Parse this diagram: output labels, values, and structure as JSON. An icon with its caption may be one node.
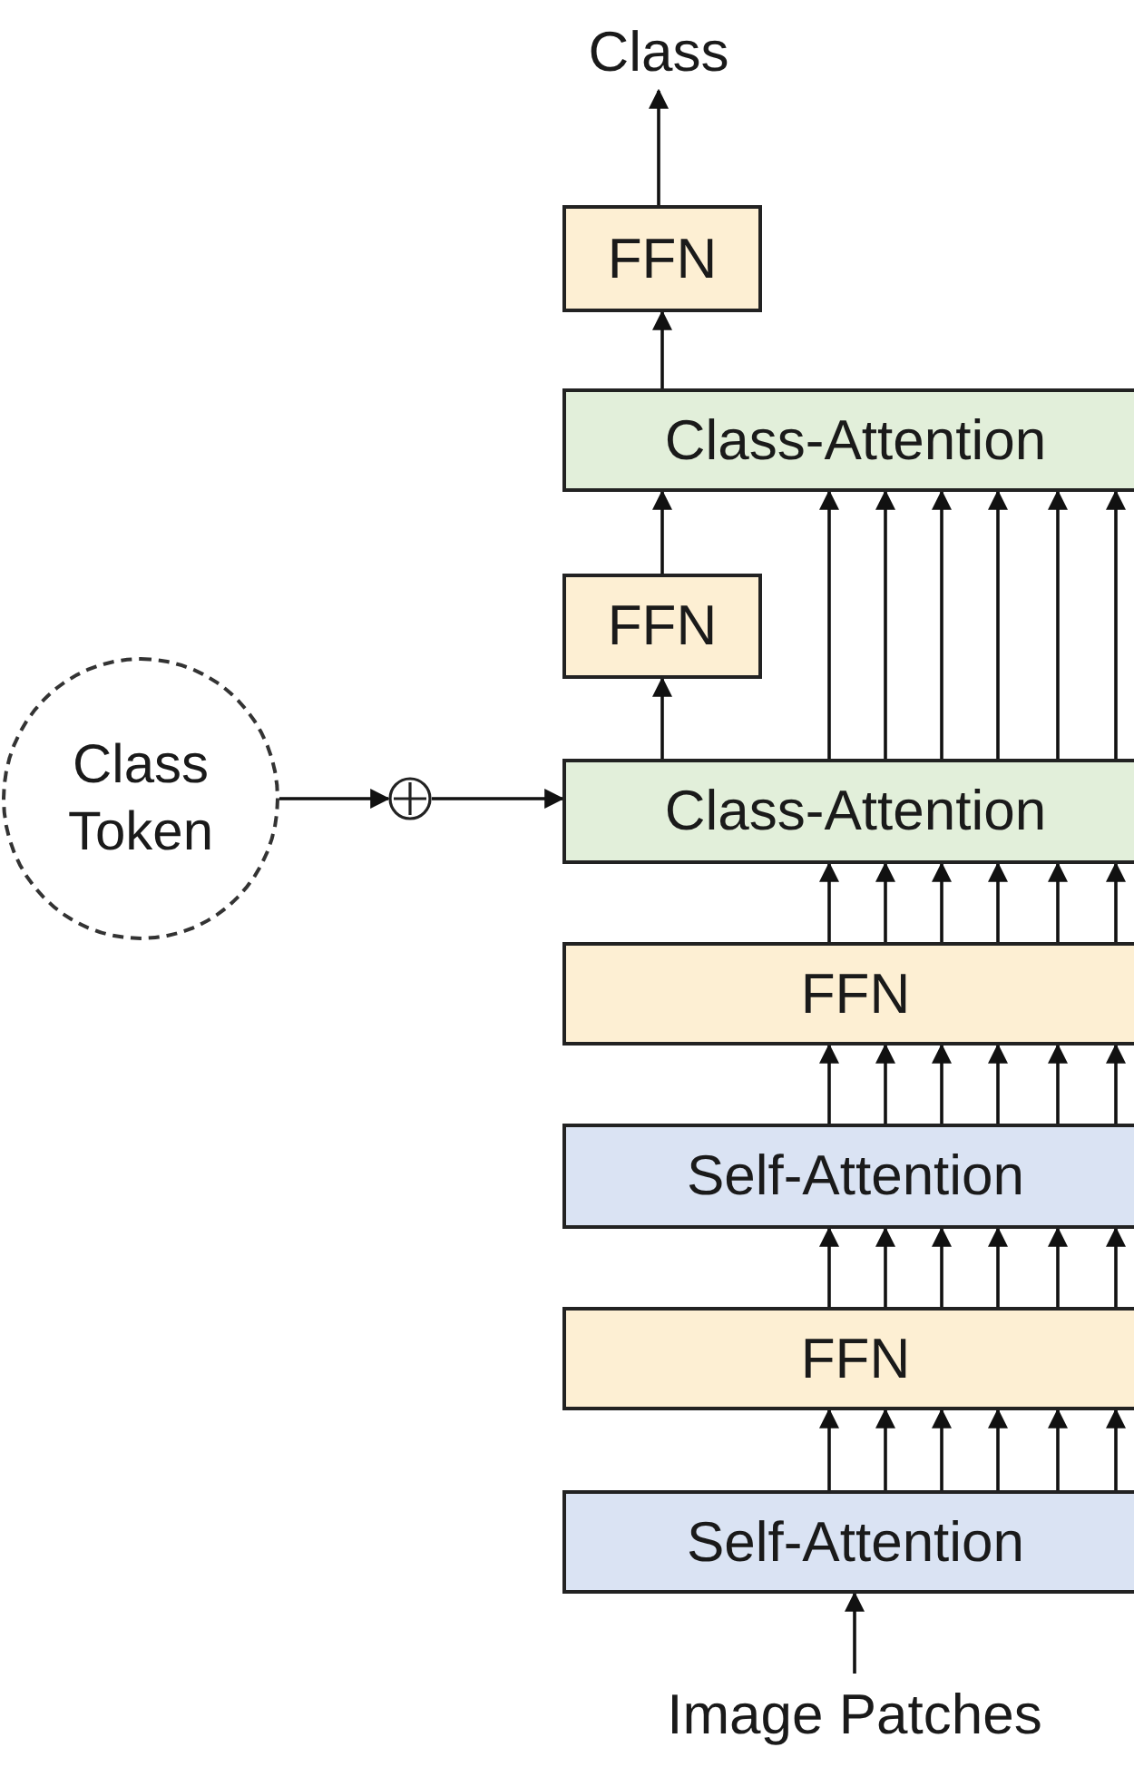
{
  "diagram": {
    "nodes": [
      {
        "text": [
          "Class"
        ]
      },
      {
        "text": [
          "FFN"
        ]
      },
      {
        "text": [
          "Class-Attention"
        ]
      },
      {
        "text": [
          "FFN"
        ]
      },
      {
        "text": [
          "Class Token"
        ]
      },
      {
        "text": [],
        "shape": "circle"
      },
      {
        "text": [
          "Class-Attention"
        ]
      },
      {
        "text": [
          "FFN"
        ]
      },
      {
        "text": [
          "Self-Attention"
        ]
      },
      {
        "text": [
          "FFN"
        ]
      },
      {
        "text": [
          "Self-Attention"
        ]
      },
      {
        "text": [
          "Image Patches"
        ]
      }
    ],
    "edges": [
      {
        "from": 11,
        "to": 10,
        "arrow": "to"
      },
      {
        "from": 10,
        "to": 9,
        "arrow": "to"
      },
      {
        "from": 10,
        "to": 9,
        "arrow": "to"
      },
      {
        "from": 10,
        "to": 9,
        "arrow": "to"
      },
      {
        "from": 10,
        "to": 9,
        "arrow": "to"
      },
      {
        "from": 10,
        "to": 9,
        "arrow": "to"
      },
      {
        "from": 10,
        "to": 9,
        "arrow": "to"
      },
      {
        "from": 9,
        "to": 8,
        "arrow": "to"
      },
      {
        "from": 9,
        "to": 8,
        "arrow": "to"
      },
      {
        "from": 9,
        "to": 8,
        "arrow": "to"
      },
      {
        "from": 9,
        "to": 8,
        "arrow": "to"
      },
      {
        "from": 9,
        "to": 8,
        "arrow": "to"
      },
      {
        "from": 9,
        "to": 8,
        "arrow": "to"
      },
      {
        "from": 8,
        "to": 7,
        "arrow": "to"
      },
      {
        "from": 8,
        "to": 7,
        "arrow": "to"
      },
      {
        "from": 8,
        "to": 7,
        "arrow": "to"
      },
      {
        "from": 8,
        "to": 7,
        "arrow": "to"
      },
      {
        "from": 8,
        "to": 7,
        "arrow": "to"
      },
      {
        "from": 8,
        "to": 7,
        "arrow": "to"
      },
      {
        "from": 7,
        "to": 6,
        "arrow": "to"
      },
      {
        "from": 7,
        "to": 6,
        "arrow": "to"
      },
      {
        "from": 7,
        "to": 6,
        "arrow": "to"
      },
      {
        "from": 7,
        "to": 6,
        "arrow": "to"
      },
      {
        "from": 7,
        "to": 6,
        "arrow": "to"
      },
      {
        "from": 7,
        "to": 6,
        "arrow": "to"
      },
      {
        "from": 4,
        "to": 5,
        "arrow": "to"
      },
      {
        "from": 5,
        "to": 6,
        "arrow": "to"
      },
      {
        "from": 6,
        "to": 3,
        "arrow": "to"
      },
      {
        "from": 6,
        "to": 2,
        "arrow": "to"
      },
      {
        "from": 6,
        "to": 2,
        "arrow": "to"
      },
      {
        "from": 6,
        "to": 2,
        "arrow": "to"
      },
      {
        "from": 6,
        "to": 2,
        "arrow": "to"
      },
      {
        "from": 6,
        "to": 2,
        "arrow": "to"
      },
      {
        "from": 6,
        "to": 2,
        "arrow": "to"
      },
      {
        "from": 3,
        "to": 2,
        "arrow": "to"
      },
      {
        "from": 2,
        "to": 1,
        "arrow": "to"
      },
      {
        "from": 1,
        "to": 0,
        "arrow": "to"
      }
    ]
  }
}
